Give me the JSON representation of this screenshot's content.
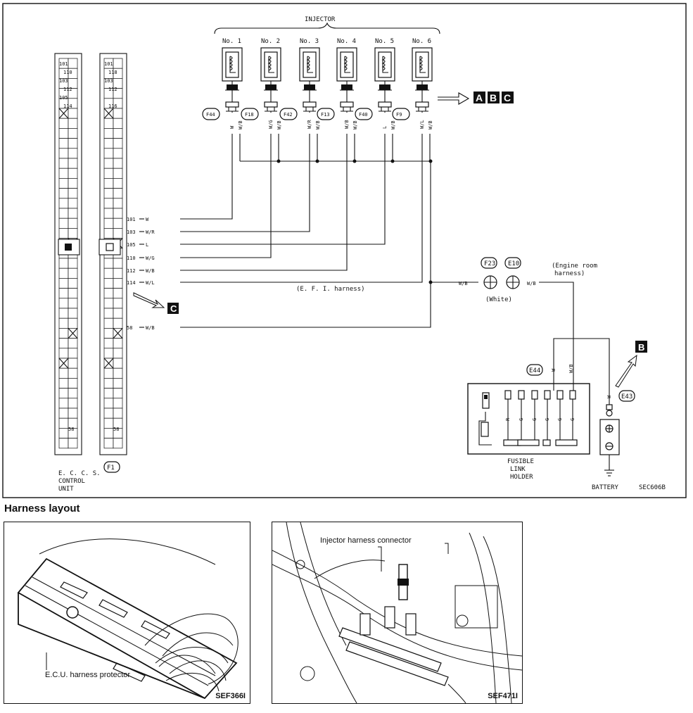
{
  "diagram": {
    "injector_title": "INJECTOR",
    "injectors": [
      {
        "label": "No. 1",
        "connector": "F44",
        "wires": [
          "W",
          "W/B"
        ]
      },
      {
        "label": "No. 2",
        "connector": "F18",
        "wires": [
          "W/G",
          "W/B"
        ]
      },
      {
        "label": "No. 3",
        "connector": "F42",
        "wires": [
          "W/R",
          "W/B"
        ]
      },
      {
        "label": "No. 4",
        "connector": "F13",
        "wires": [
          "W/B",
          "W/B"
        ]
      },
      {
        "label": "No. 5",
        "connector": "F40",
        "wires": [
          "L",
          "W/B"
        ]
      },
      {
        "label": "No. 6",
        "connector": "F9",
        "wires": [
          "W/L",
          "W/B"
        ]
      }
    ],
    "ref_abc": [
      "A",
      "B",
      "C"
    ],
    "ecu_terminals": [
      {
        "pin": "101",
        "wire": "W"
      },
      {
        "pin": "103",
        "wire": "W/R"
      },
      {
        "pin": "105",
        "wire": "L"
      },
      {
        "pin": "110",
        "wire": "W/G"
      },
      {
        "pin": "112",
        "wire": "W/B"
      },
      {
        "pin": "114",
        "wire": "W/L"
      },
      {
        "pin": "58",
        "wire": "W/B"
      }
    ],
    "ecu_cells_left": [
      "101",
      "110",
      "103",
      "112",
      "105",
      "114"
    ],
    "ecu_cells_right": [
      "101",
      "118",
      "103",
      "112",
      "",
      "116"
    ],
    "cell_58": "58",
    "ref_c": "C",
    "ref_b": "B",
    "efi_harness": "(E. F. I.  harness)",
    "connector_f23": "F23",
    "connector_e10": "E10",
    "white_label": "(White)",
    "wb_left": "W/B",
    "wb_right": "W/B",
    "engine_room_harness": [
      "(Engine room",
      "harness)"
    ],
    "connector_e44": "E44",
    "e44_wires": [
      "W",
      "W/B"
    ],
    "fusible_wires": [
      "R",
      "G",
      "G",
      "G",
      "G",
      "G"
    ],
    "connector_e43": "E43",
    "e43_wire": "W",
    "fusible_label": [
      "FUSIBLE",
      "LINK",
      "HOLDER"
    ],
    "ecu_label": [
      "E. C. C. S.",
      "CONTROL",
      "UNIT"
    ],
    "connector_f1": "F1",
    "battery_label": "BATTERY",
    "diagram_code": "SEC606B"
  },
  "harness_layout": {
    "heading": "Harness layout",
    "left_photo": {
      "label": "E.C.U. harness protector",
      "code": "SEF366I"
    },
    "right_photo": {
      "label": "Injector harness connector",
      "code": "SEF471I"
    }
  }
}
